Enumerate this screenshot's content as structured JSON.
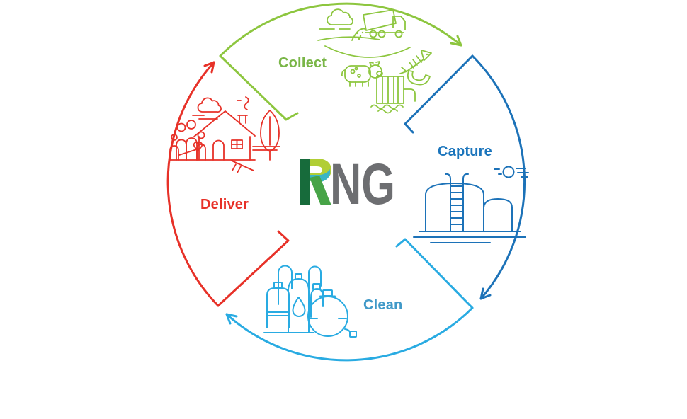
{
  "diagram": {
    "title": "RNG lifecycle cycle",
    "logo": {
      "ng_text": "NG",
      "r_text": "R",
      "colors": {
        "stem": "#176B3B",
        "bowl": "#B1CE35",
        "wave": "#3AB5C5",
        "leg": "#47A447",
        "ng": "#6D6E71"
      }
    },
    "stages": [
      {
        "id": "collect",
        "label": "Collect",
        "color": "#8DC63F",
        "label_color": "#7AB648",
        "icons": [
          "cloud-icon",
          "dump-truck-icon",
          "hills-icon",
          "cow-icon",
          "food-waste-icon",
          "wastewater-container-icon"
        ]
      },
      {
        "id": "capture",
        "label": "Capture",
        "color": "#1C72B8",
        "label_color": "#1B75BC",
        "icons": [
          "sun-icon",
          "storage-tanks-icon",
          "ladder-icon",
          "ground-icon"
        ]
      },
      {
        "id": "clean",
        "label": "Clean",
        "color": "#29ABE2",
        "label_color": "#4099C8",
        "icons": [
          "gas-cylinders-icon",
          "water-drop-icon",
          "sphere-tank-icon"
        ]
      },
      {
        "id": "deliver",
        "label": "Deliver",
        "color": "#E73128",
        "label_color": "#E73128",
        "icons": [
          "cloud-icon",
          "family-icon",
          "heart-icon",
          "house-icon",
          "smoke-icon",
          "tree-icon"
        ]
      }
    ]
  }
}
